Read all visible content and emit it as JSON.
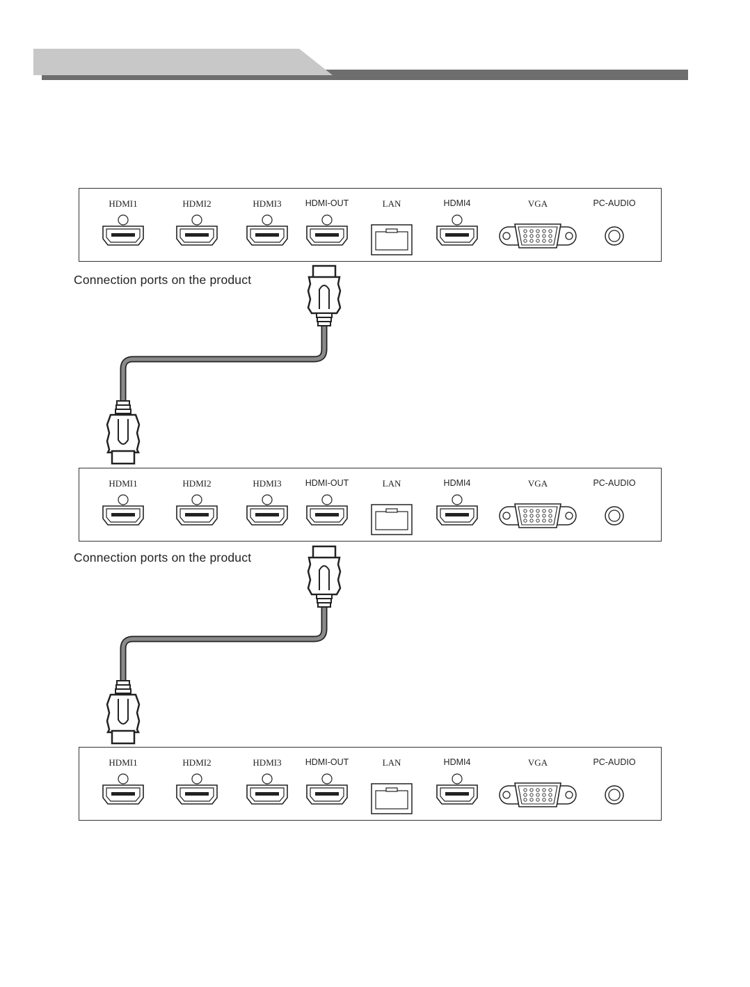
{
  "ports": [
    {
      "label": "HDMI1",
      "type": "hdmi",
      "serif": true
    },
    {
      "label": "HDMI2",
      "type": "hdmi",
      "serif": true
    },
    {
      "label": "HDMI3",
      "type": "hdmi",
      "serif": true
    },
    {
      "label": "HDMI-OUT",
      "type": "hdmi",
      "serif": false
    },
    {
      "label": "LAN",
      "type": "lan",
      "serif": true
    },
    {
      "label": "HDMI4",
      "type": "hdmi",
      "serif": false
    },
    {
      "label": "VGA",
      "type": "vga",
      "serif": true
    },
    {
      "label": "PC-AUDIO",
      "type": "audio",
      "serif": false
    }
  ],
  "captions": {
    "first": "Connection ports on the product",
    "second": "Connection ports on the product"
  },
  "colors": {
    "header_light": "#c8c8c8",
    "header_dark": "#6e6e6e",
    "cable": "#8a8a8a",
    "line": "#222222"
  }
}
